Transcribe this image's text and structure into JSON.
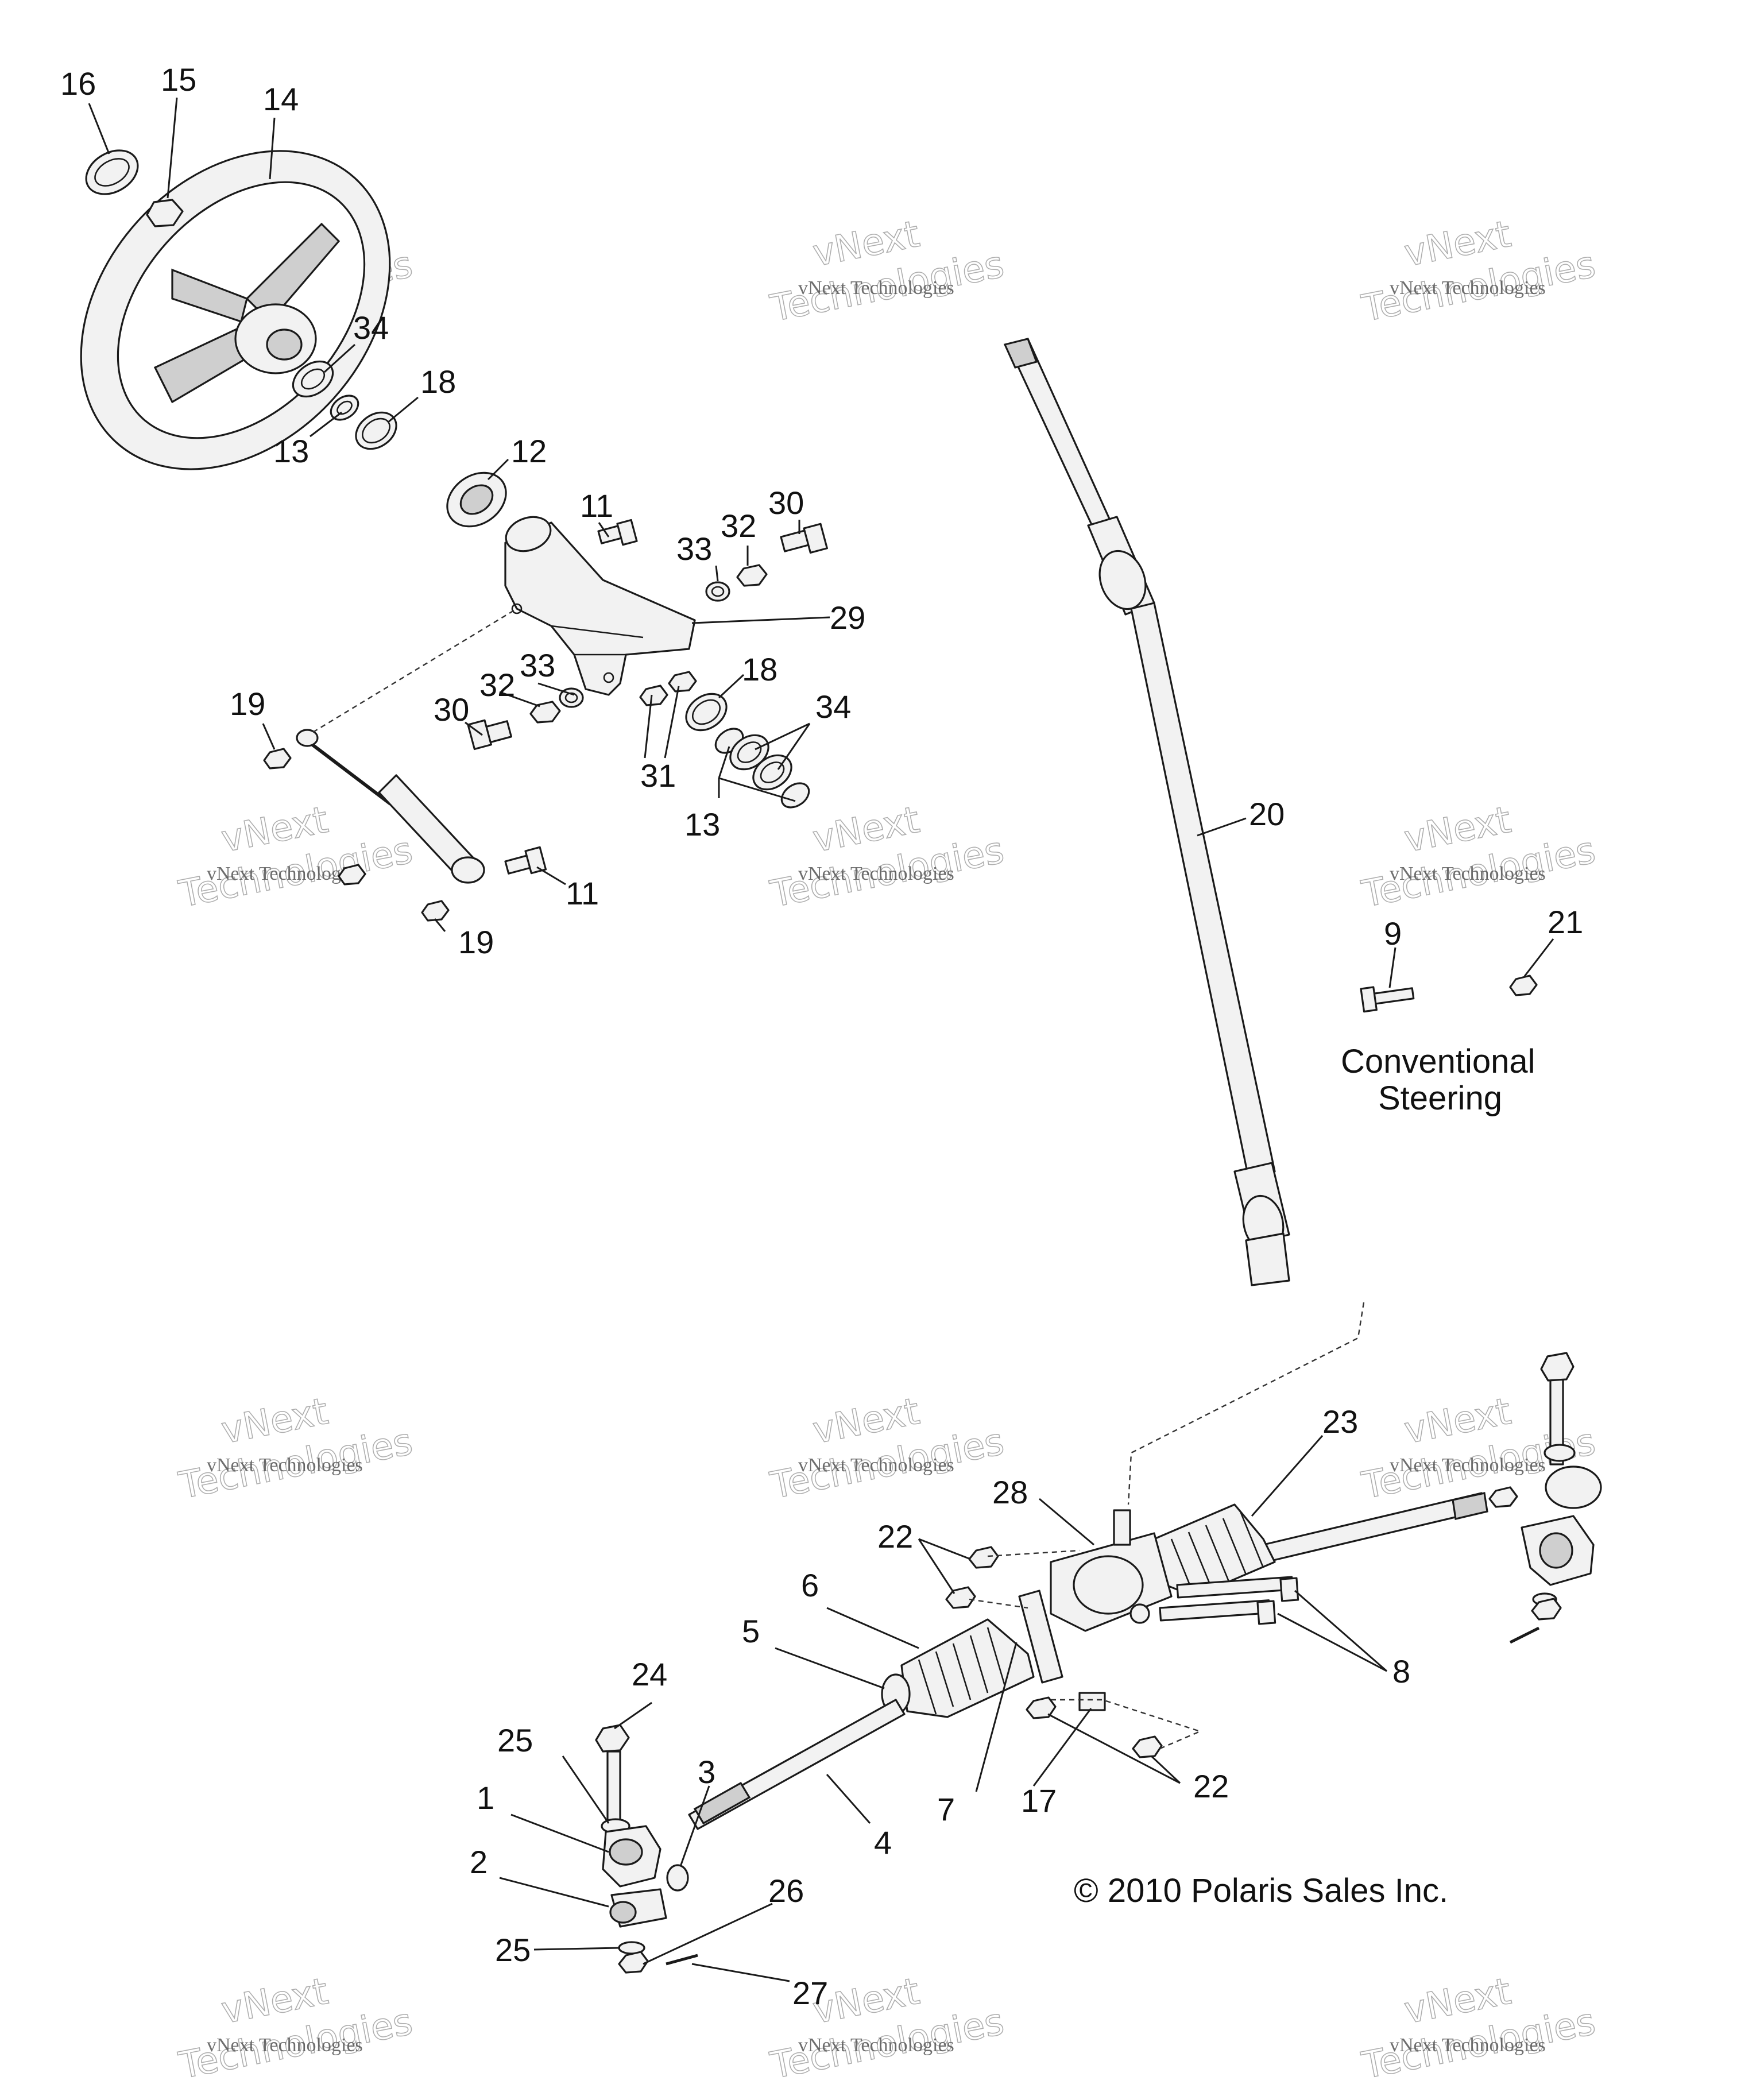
{
  "callouts": {
    "n1": "1",
    "n2": "2",
    "n3": "3",
    "n4": "4",
    "n5": "5",
    "n6": "6",
    "n7": "7",
    "n8": "8",
    "n9": "9",
    "n11": "11",
    "n12": "12",
    "n13": "13",
    "n14": "14",
    "n15": "15",
    "n16": "16",
    "n17": "17",
    "n18": "18",
    "n19": "19",
    "n20": "20",
    "n21": "21",
    "n22": "22",
    "n23": "23",
    "n24": "24",
    "n25": "25",
    "n26": "26",
    "n27": "27",
    "n28": "28",
    "n29": "29",
    "n30": "30",
    "n31": "31",
    "n32": "32",
    "n33": "33",
    "n34": "34"
  },
  "notes": {
    "conventional_line1": "Conventional",
    "conventional_line2": "Steering",
    "copyright": "© 2010 Polaris Sales Inc."
  },
  "watermark": {
    "small": "vNext Technologies",
    "large_line1": "vNext",
    "large_line2": "Technologies"
  }
}
